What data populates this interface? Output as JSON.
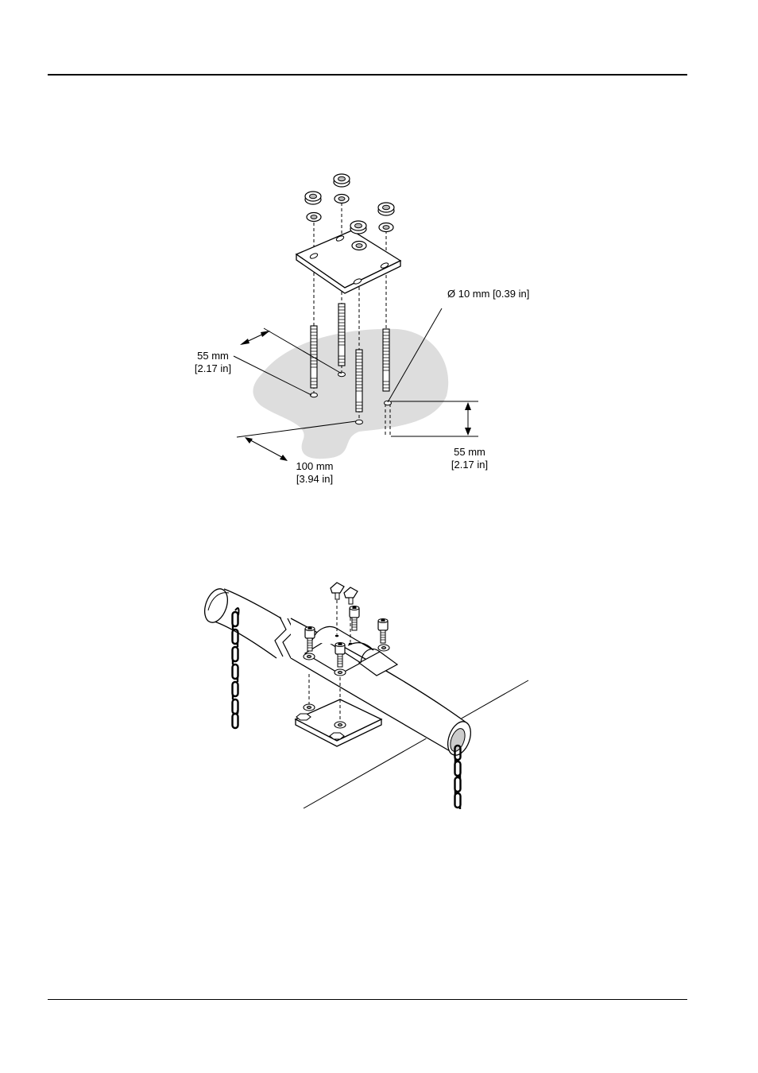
{
  "figure1": {
    "labels": {
      "diameter": "Ø 10 mm [0.39 in]",
      "left_spacing_mm": "55 mm",
      "left_spacing_in": "[2.17 in]",
      "front_spacing_mm": "100 mm",
      "front_spacing_in": "[3.94 in]",
      "depth_mm": "55 mm",
      "depth_in": "[2.17 in]"
    }
  },
  "colors": {
    "line": "#000000",
    "surface": "#dddddd",
    "part_fill": "#ffffff"
  }
}
